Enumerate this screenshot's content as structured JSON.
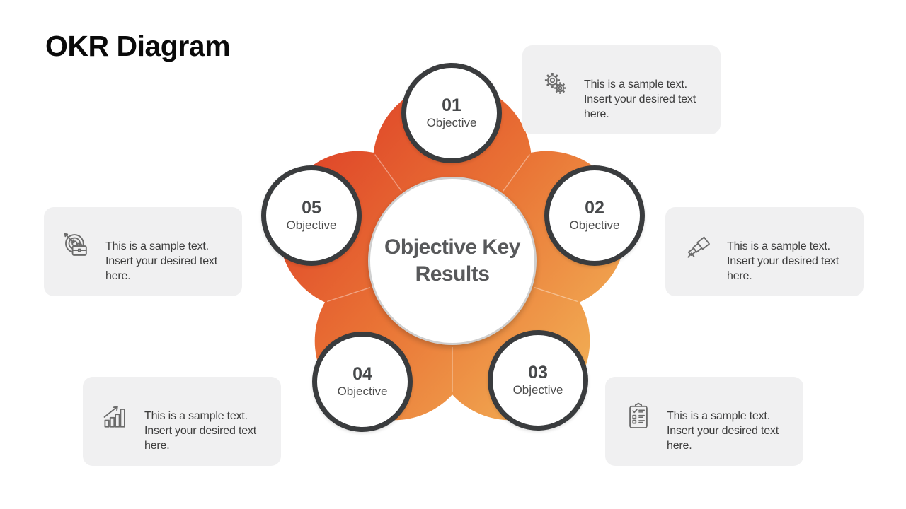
{
  "slide": {
    "title": "OKR Diagram"
  },
  "diagram": {
    "center_title": "Objective Key Results",
    "nodes": [
      {
        "number": "01",
        "label": "Objective"
      },
      {
        "number": "02",
        "label": "Objective"
      },
      {
        "number": "03",
        "label": "Objective"
      },
      {
        "number": "04",
        "label": "Objective"
      },
      {
        "number": "05",
        "label": "Objective"
      }
    ]
  },
  "callouts": [
    {
      "icon": "gears-icon",
      "text": "This is a sample text. Insert your desired text here."
    },
    {
      "icon": "target-icon",
      "text": "This is a sample text. Insert your desired text here."
    },
    {
      "icon": "telescope-icon",
      "text": "This is a sample text. Insert your desired text here."
    },
    {
      "icon": "growth-chart-icon",
      "text": "This is a sample text. Insert your desired text here."
    },
    {
      "icon": "checklist-icon",
      "text": "This is a sample text. Insert your desired text here."
    }
  ],
  "colors": {
    "petal_gradient_start": "#df4629",
    "petal_gradient_mid": "#e97335",
    "petal_gradient_end": "#f2b156",
    "node_ring": "#3a3c3e",
    "center_ring": "#cfcfcf",
    "callout_bg": "#f0f0f1",
    "icon_stroke": "#6b6b6b",
    "text_dark": "#3d3d3d",
    "background": "#ffffff"
  }
}
